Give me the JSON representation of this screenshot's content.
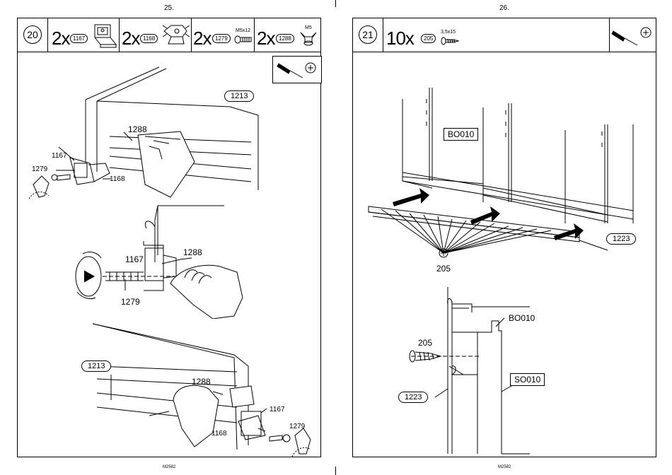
{
  "left_page": {
    "page_number": "25.",
    "footer": "M2582",
    "step_number": "20",
    "parts": [
      {
        "qty": "2x",
        "code": "1167",
        "spec": ""
      },
      {
        "qty": "2x",
        "code": "1168",
        "spec": ""
      },
      {
        "qty": "2x",
        "code": "1279",
        "spec": "M5x12"
      },
      {
        "qty": "2x",
        "code": "1288",
        "spec": "M5"
      }
    ],
    "tool_icons": [
      "screwdriver-icon",
      "phillips-head-icon"
    ],
    "callouts": {
      "drawing1": {
        "rail": "1213",
        "nut": "1288",
        "bracket_left": "1167",
        "screw": "1279",
        "bracket_right": "1168"
      },
      "drawing2": {
        "bracket": "1167",
        "nut": "1288",
        "screw": "1279"
      },
      "drawing3": {
        "rail": "1213",
        "nut": "1288",
        "bracket_left": "1167",
        "screw": "1279",
        "bracket_right": "1168"
      }
    }
  },
  "right_page": {
    "page_number": "26.",
    "footer": "M2582",
    "step_number": "21",
    "parts": [
      {
        "qty": "10x",
        "code": "205",
        "spec": "3,5x15"
      }
    ],
    "tool_icons": [
      "screwdriver-icon",
      "phillips-head-icon"
    ],
    "callouts": {
      "drawing1": {
        "shelf": "BO010",
        "rail": "1223",
        "screw": "205"
      },
      "drawing2": {
        "screw": "205",
        "shelf": "BO010",
        "side": "SO010",
        "rail": "1223"
      }
    }
  }
}
